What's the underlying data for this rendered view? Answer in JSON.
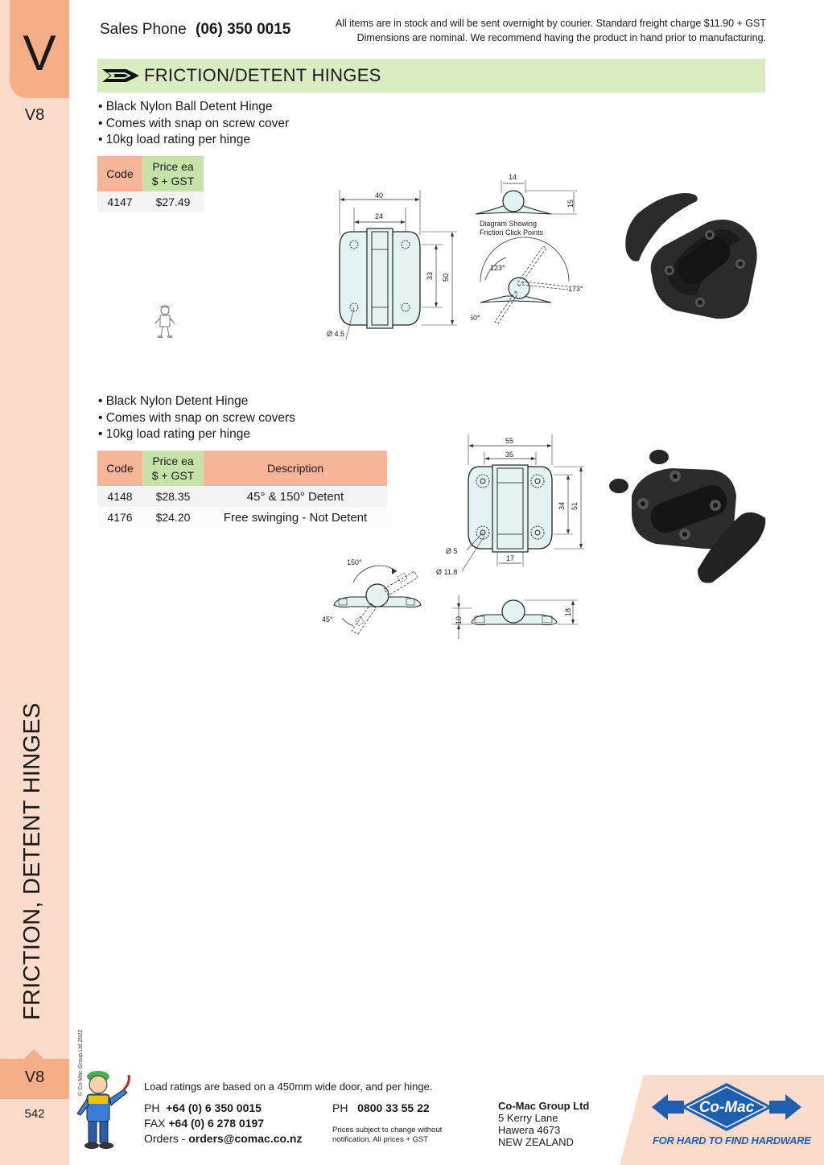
{
  "sidebar": {
    "tab_letter": "V",
    "tab_code": "V8",
    "vertical_title": "FRICTION, DETENT HINGES",
    "copyright": "© Co-Mac Group Ltd 2022",
    "bottom_code": "V8",
    "page_number": "542"
  },
  "header": {
    "sales_label": "Sales Phone",
    "sales_number": "(06) 350 0015",
    "notice_line1": "All items are in stock and will be sent overnight by courier. Standard freight charge $11.90 + GST",
    "notice_line2": "Dimensions are nominal. We recommend having the product in hand prior to manufacturing."
  },
  "section": {
    "title": "FRICTION/DETENT HINGES"
  },
  "product1": {
    "bullets": [
      "Black Nylon Ball Detent Hinge",
      "Comes with snap on screw cover",
      "10kg load rating per hinge"
    ],
    "table": {
      "headers": {
        "code": "Code",
        "price_line1": "Price ea",
        "price_line2": "$ + GST"
      },
      "rows": [
        {
          "code": "4147",
          "price": "$27.49"
        }
      ]
    },
    "drawing": {
      "dim_40": "40",
      "dim_24": "24",
      "dim_33": "33",
      "dim_50": "50",
      "dim_hole": "Ø 4.5",
      "dim_14": "14",
      "dim_15": "15",
      "caption_line1": "Diagram Showing",
      "caption_line2": "Friction Click Points",
      "angle_123": "123°",
      "angle_173": "173°",
      "angle_50": "50°"
    }
  },
  "product2": {
    "bullets": [
      "Black Nylon Detent Hinge",
      "Comes with snap on screw covers",
      "10kg load rating per hinge"
    ],
    "table": {
      "headers": {
        "code": "Code",
        "price_line1": "Price ea",
        "price_line2": "$ + GST",
        "description": "Description"
      },
      "rows": [
        {
          "code": "4148",
          "price": "$28.35",
          "description": "45° & 150° Detent"
        },
        {
          "code": "4176",
          "price": "$24.20",
          "description": "Free swinging - Not Detent"
        }
      ]
    },
    "drawing": {
      "dim_55": "55",
      "dim_35": "35",
      "dim_34": "34",
      "dim_51": "51",
      "dim_5": "Ø 5",
      "dim_11_8": "Ø 11.8",
      "dim_17": "17",
      "angle_150": "150°",
      "angle_45": "45°",
      "dim_10": "10",
      "dim_18": "18"
    }
  },
  "footer": {
    "load_note": "Load ratings are based on a 450mm wide door, and per hinge.",
    "ph_label": "PH",
    "ph_number": "+64 (0) 6 350 0015",
    "fax_label": "FAX",
    "fax_number": "+64 (0) 6 278 0197",
    "orders_label": "Orders -",
    "orders_email": "orders@comac.co.nz",
    "ph2_label": "PH",
    "ph2_number": "0800 33 55 22",
    "small_note_line1": "Prices subject to change without",
    "small_note_line2": "notification. All prices + GST",
    "company_name": "Co-Mac Group Ltd",
    "address_line1": "5 Kerry Lane",
    "address_line2": "Hawera 4673",
    "address_line3": "NEW ZEALAND",
    "logo_text": "Co-Mac",
    "tagline": "FOR HARD TO FIND HARDWARE"
  },
  "colors": {
    "sidebar_light": "#fbdccb",
    "sidebar_tab": "#f5ae86",
    "section_bar": "#d9ecc2",
    "price_header": "#c5e3a8",
    "code_header": "#f6b498",
    "logo_blue": "#1f5fb0",
    "drawing_fill": "#e3f3f1"
  }
}
